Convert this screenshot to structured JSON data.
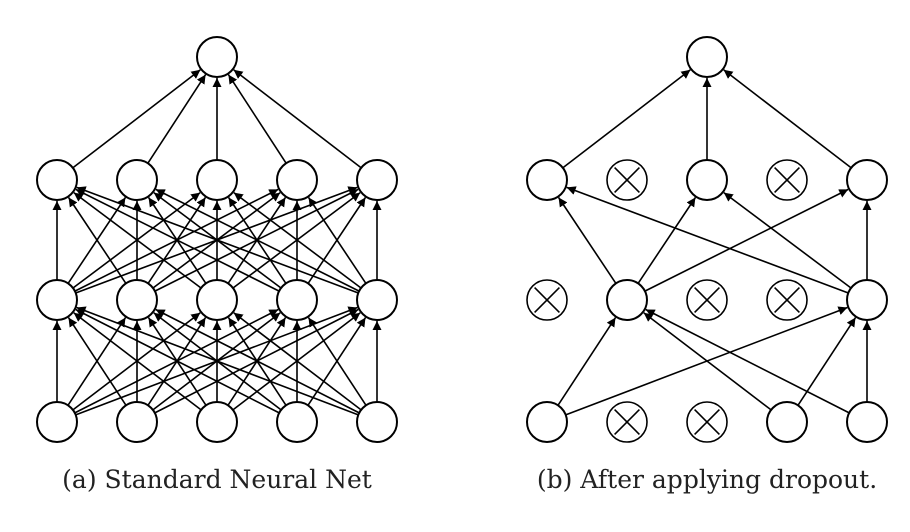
{
  "figure": {
    "panel_a": {
      "caption": "(a) Standard Neural Net",
      "layers": [
        {
          "units": [
            "active",
            "active",
            "active",
            "active",
            "active"
          ]
        },
        {
          "units": [
            "active",
            "active",
            "active",
            "active",
            "active"
          ]
        },
        {
          "units": [
            "active",
            "active",
            "active",
            "active",
            "active"
          ]
        },
        {
          "units": [
            "active"
          ]
        }
      ],
      "fully_connected": true
    },
    "panel_b": {
      "caption": "(b) After applying dropout.",
      "layers": [
        {
          "units": [
            "active",
            "dropped",
            "dropped",
            "active",
            "active"
          ]
        },
        {
          "units": [
            "dropped",
            "active",
            "dropped",
            "dropped",
            "active"
          ]
        },
        {
          "units": [
            "active",
            "dropped",
            "active",
            "dropped",
            "active"
          ]
        },
        {
          "units": [
            "active"
          ]
        }
      ],
      "fully_connected": false
    },
    "colors": {
      "stroke": "#000000",
      "background": "#ffffff",
      "caption_text": "#222222"
    }
  }
}
